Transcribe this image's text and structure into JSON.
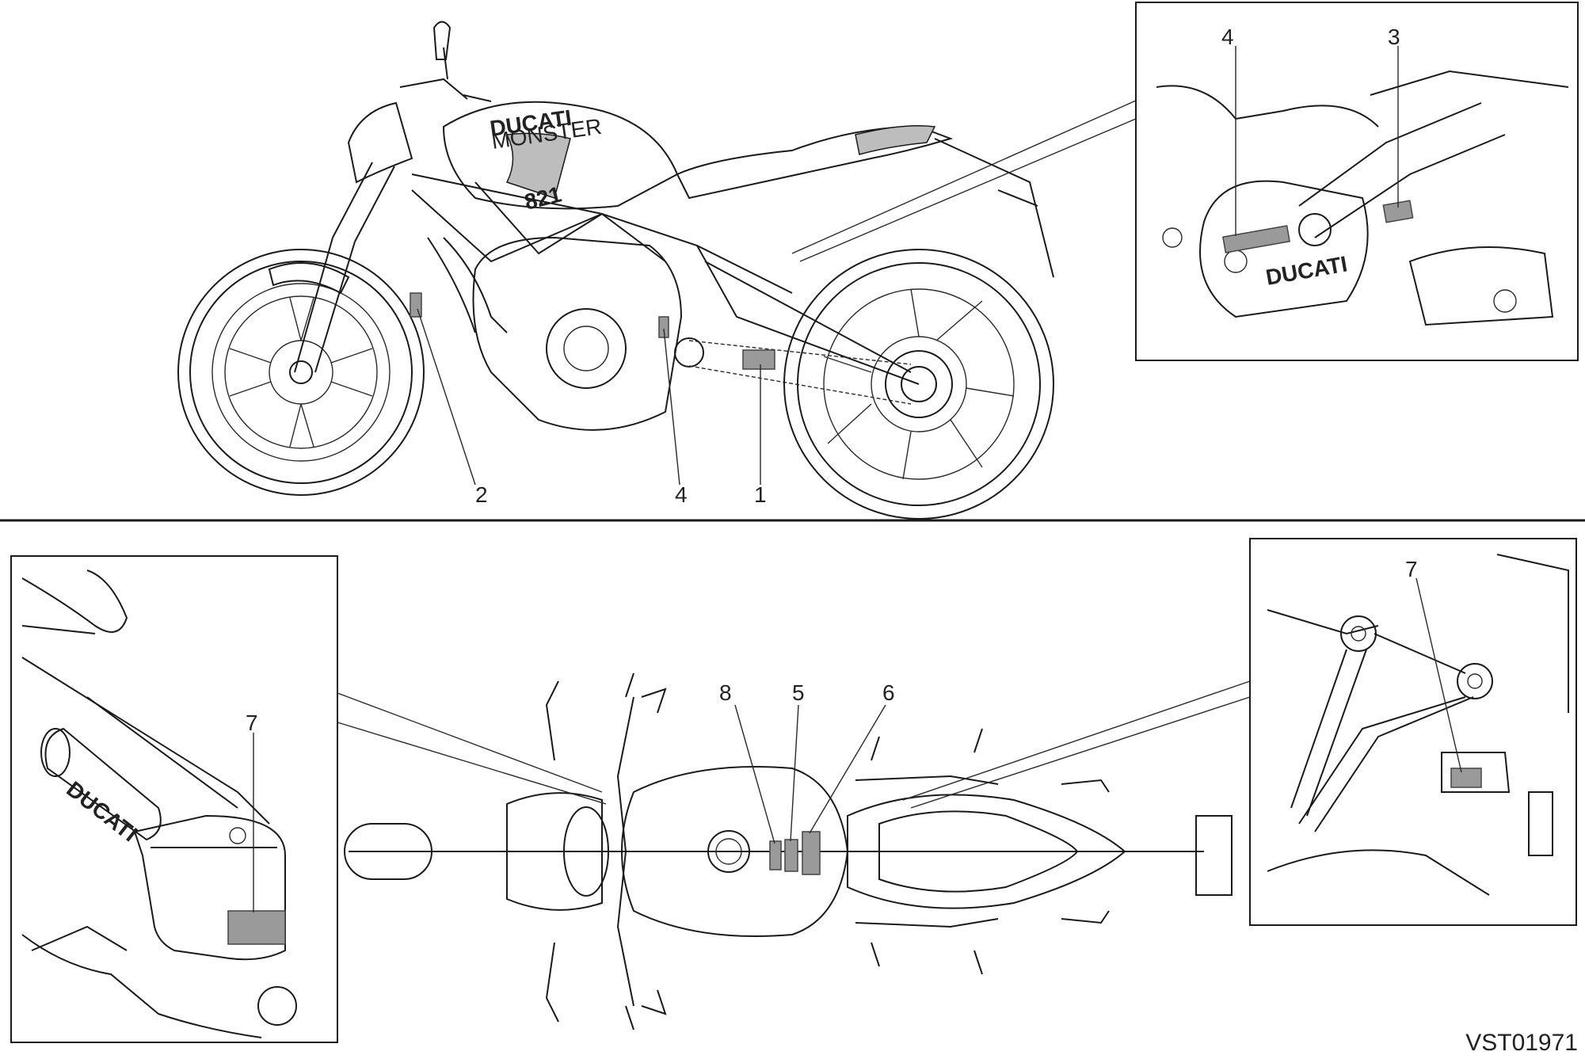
{
  "drawing_code": "VST01971",
  "callouts": {
    "side_1": "1",
    "side_2": "2",
    "side_4": "4",
    "detail_top_4": "4",
    "detail_top_3": "3",
    "top_8": "8",
    "top_5": "5",
    "top_6": "6",
    "detail_left_7": "7",
    "detail_right_7": "7"
  },
  "brand_text": {
    "tank_brand": "DUCATI",
    "tank_model": "MONSTER",
    "tank_number": "821",
    "engine_brand": "DUCATI",
    "grip_brand": "DUCATI"
  },
  "colors": {
    "label_patch": "#9a9a9a",
    "line": "#1a1a1a"
  }
}
